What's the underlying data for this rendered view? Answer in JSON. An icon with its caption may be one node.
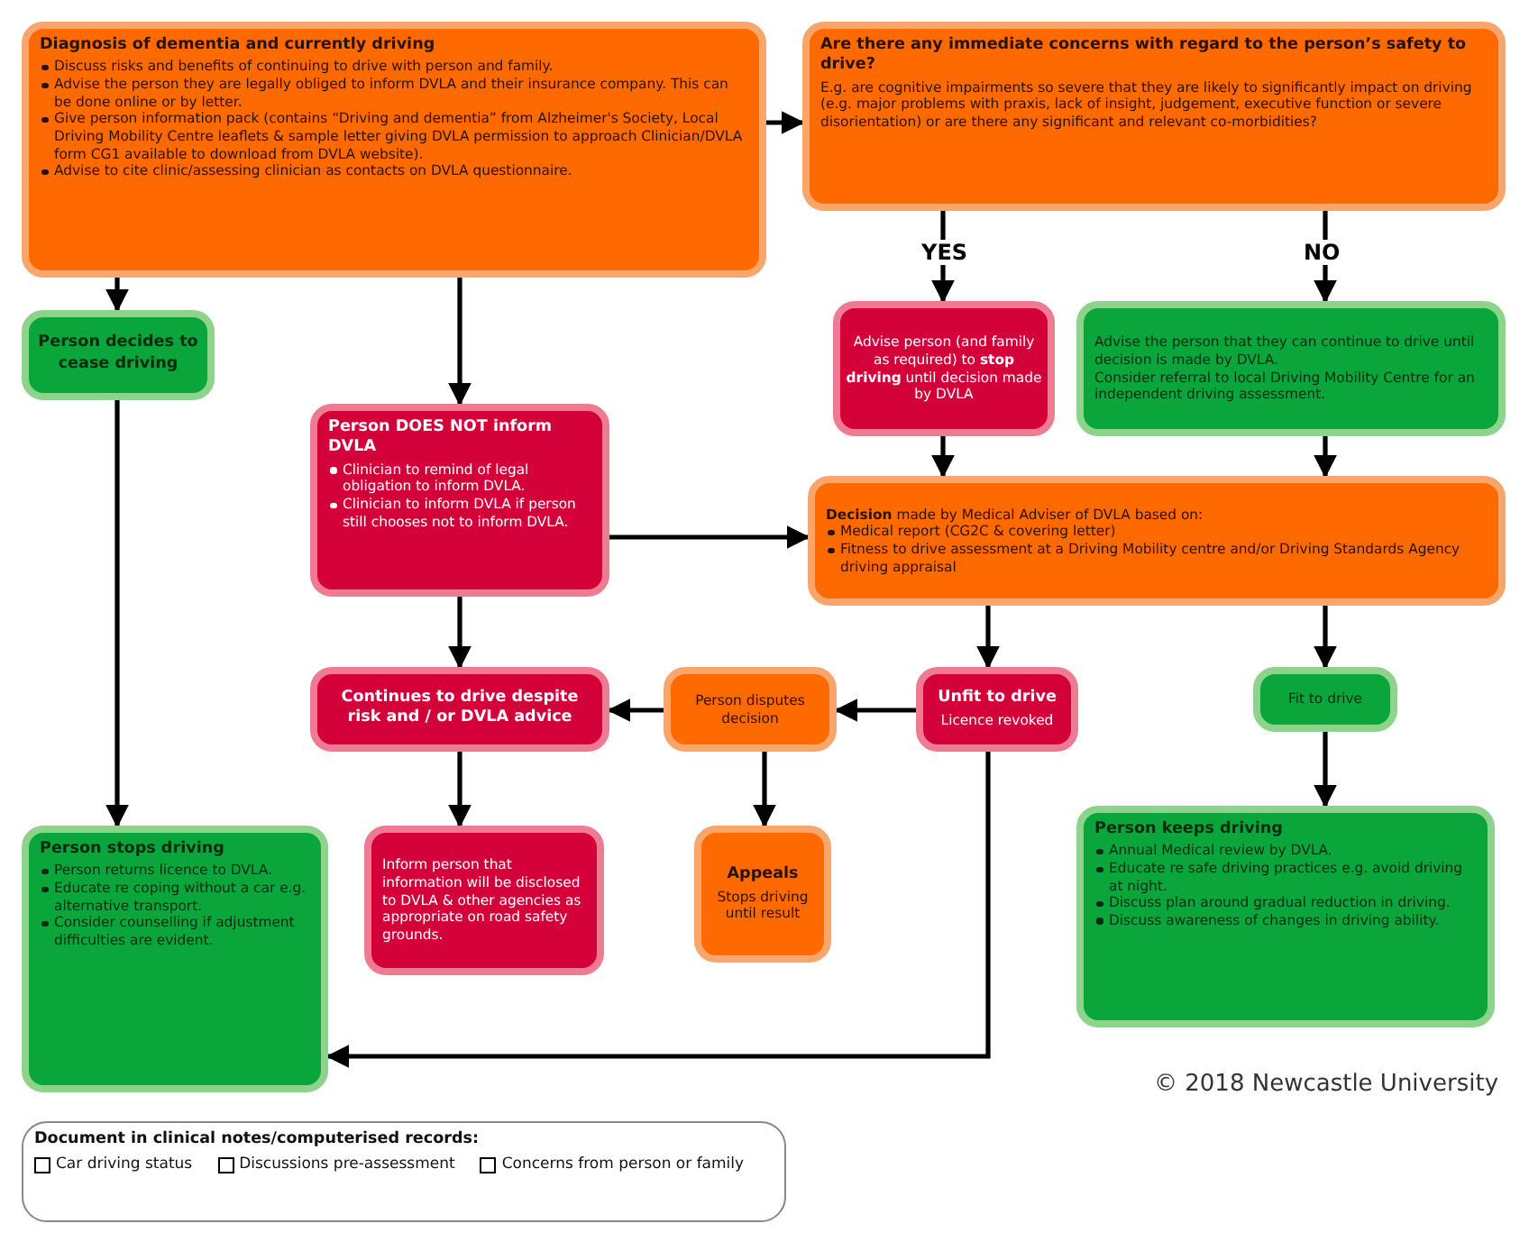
{
  "diagram": {
    "nodes": [
      {
        "text": [
          "Diagnosis of dementia and currently driving",
          "Discuss risks and benefits of continuing to drive with person and family.",
          "Advise the person they are legally obliged to inform DVLA and their insurance company. This can be done online or by letter.",
          "Give person information pack (contains “Driving and dementia” from Alzheimer's Society, Local Driving Mobility Centre leaflets & sample letter giving DVLA permission to approach Clinician/DVLA form CG1 available to download from DVLA website).",
          "Advise to cite clinic/assessing clinician as contacts on DVLA questionnaire."
        ]
      },
      {
        "text": [
          "Are there any immediate concerns with regard to the person’s safety to drive?",
          "E.g. are cognitive impairments so severe that they are likely to significantly impact on driving (e.g. major problems with praxis, lack of insight, judgement, executive function or severe disorientation) or are there any significant and relevant co-morbidities?"
        ]
      },
      {
        "text": [
          "Person decides to cease driving"
        ]
      },
      {
        "text": [
          "Advise person (and family as required) to **stop driving** until decision made by DVLA"
        ]
      },
      {
        "text": [
          "Advise the person that they can continue to drive until decision is made by DVLA.",
          "Consider referral to local Driving Mobility Centre for an independent driving assessment."
        ]
      },
      {
        "text": [
          "Person DOES NOT inform DVLA",
          "Clinician to remind of legal obligation to inform DVLA.",
          "Clinician to inform DVLA if person still chooses not to inform DVLA."
        ]
      },
      {
        "text": [
          "**Decision** made by Medical Adviser of DVLA based on:",
          "Medical report (CG2C & covering letter)",
          "Fitness to drive assessment at a Driving Mobility centre and/or Driving Standards Agency driving appraisal"
        ]
      },
      {
        "text": [
          "Continues to drive despite risk and / or DVLA advice"
        ]
      },
      {
        "text": [
          "Person disputes decision"
        ]
      },
      {
        "text": [
          "Unfit to drive",
          "Licence revoked"
        ]
      },
      {
        "text": [
          "Fit to drive"
        ]
      },
      {
        "text": [
          "Person stops driving",
          "Person returns licence to DVLA.",
          "Educate re coping without a car e.g. alternative transport.",
          "Consider counselling if adjustment difficulties are evident."
        ]
      },
      {
        "text": [
          "Inform person that information will be disclosed to DVLA & other agencies as appropriate on road safety grounds."
        ]
      },
      {
        "text": [
          "Appeals",
          "Stops driving until result"
        ]
      },
      {
        "text": [
          "Person keeps driving",
          "Annual Medical review by DVLA.",
          "Educate re safe driving practices e.g. avoid driving at night.",
          "Discuss plan around gradual reduction in driving.",
          "Discuss awareness of changes in driving ability."
        ]
      },
      {
        "text": [
          "Document in clinical notes/computerised records:",
          "Car driving status",
          "Discussions pre-assessment",
          "Concerns from person or family"
        ]
      }
    ],
    "edges": [
      {
        "from": 0,
        "to": 1,
        "arrow": "to"
      },
      {
        "from": 0,
        "to": 2,
        "arrow": "to"
      },
      {
        "from": 0,
        "to": 5,
        "arrow": "to"
      },
      {
        "from": 1,
        "to": 3,
        "arrow": "to",
        "label": "YES"
      },
      {
        "from": 1,
        "to": 4,
        "arrow": "to",
        "label": "NO"
      },
      {
        "from": 2,
        "to": 11,
        "arrow": "to"
      },
      {
        "from": 5,
        "to": 6,
        "arrow": "to"
      },
      {
        "from": 5,
        "to": 7,
        "arrow": "to"
      },
      {
        "from": 3,
        "to": 6,
        "arrow": "to"
      },
      {
        "from": 4,
        "to": 6,
        "arrow": "to"
      },
      {
        "from": 6,
        "to": 9,
        "arrow": "to"
      },
      {
        "from": 6,
        "to": 10,
        "arrow": "to"
      },
      {
        "from": 9,
        "to": 8,
        "arrow": "to"
      },
      {
        "from": 8,
        "to": 7,
        "arrow": "to"
      },
      {
        "from": 8,
        "to": 13,
        "arrow": "to"
      },
      {
        "from": 7,
        "to": 12,
        "arrow": "to"
      },
      {
        "from": 9,
        "to": 11,
        "arrow": "to"
      },
      {
        "from": 10,
        "to": 14,
        "arrow": "to"
      }
    ],
    "labels": [
      "© 2018 Newcastle University"
    ]
  }
}
